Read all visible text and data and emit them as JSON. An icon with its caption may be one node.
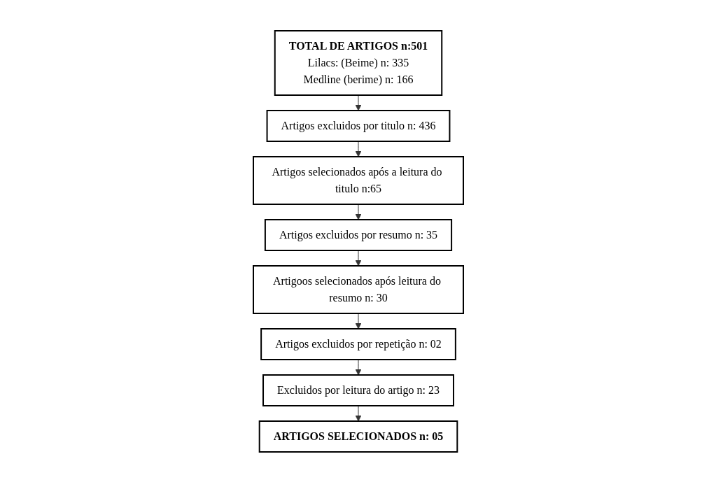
{
  "diagram": {
    "nodes": [
      {
        "text": [
          "TOTAL DE ARTIGOS n:501",
          "Lilacs: (Beime) n: 335",
          "Medline (berime) n: 166"
        ]
      },
      {
        "text": [
          "Artigos excluidos por titulo n: 436"
        ]
      },
      {
        "text": [
          "Artigos selecionados após a leitura do titulo n:65"
        ]
      },
      {
        "text": [
          "Artigos excluidos por resumo n: 35"
        ]
      },
      {
        "text": [
          "Artigoos selecionados após leitura do resumo n: 30"
        ]
      },
      {
        "text": [
          "Artigos excluidos por repetição n: 02"
        ]
      },
      {
        "text": [
          "Excluidos por leitura do artigo n: 23"
        ]
      },
      {
        "text": [
          "ARTIGOS SELECIONADOS n: 05"
        ]
      }
    ],
    "edges": [
      {
        "from": 0,
        "to": 1,
        "arrow": "to"
      },
      {
        "from": 1,
        "to": 2,
        "arrow": "to"
      },
      {
        "from": 2,
        "to": 3,
        "arrow": "to"
      },
      {
        "from": 3,
        "to": 4,
        "arrow": "to"
      },
      {
        "from": 4,
        "to": 5,
        "arrow": "to"
      },
      {
        "from": 5,
        "to": 6,
        "arrow": "to"
      },
      {
        "from": 6,
        "to": 7,
        "arrow": "to"
      }
    ]
  }
}
